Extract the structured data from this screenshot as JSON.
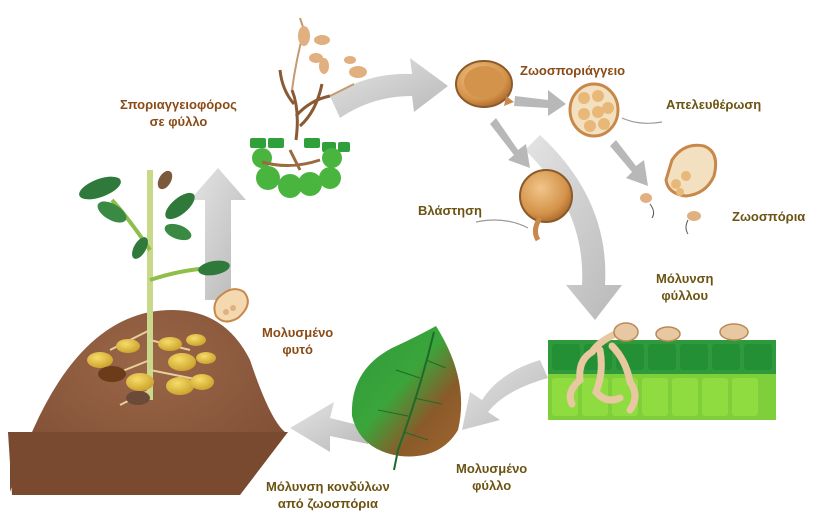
{
  "colors": {
    "label_brown": "#8a4b16",
    "label_olive": "#6b5413",
    "arrow_gray": "#c9c9c9",
    "leaf_green": "#3aa53a",
    "soil_brown": "#8b5a3c",
    "spore_tan": "#c8884a",
    "tuber_yellow": "#d9b43a"
  },
  "labels": {
    "sporangiophore_line1": "Σποριαγγειοφόρος",
    "sporangiophore_line2": "σε φύλλο",
    "zoosporangium": "Ζωοσποριάγγειο",
    "release": "Απελευθέρωση",
    "germination": "Βλάστηση",
    "zoospores": "Ζωοσπόρια",
    "leaf_infection_line1": "Μόλυνση",
    "leaf_infection_line2": "φύλλου",
    "infected_plant_line1": "Μολυσμένο",
    "infected_plant_line2": "φυτό",
    "infected_leaf_line1": "Μολυσμένο",
    "infected_leaf_line2": "φύλλο",
    "tuber_infection_line1": "Μόλυνση κονδύλων",
    "tuber_infection_line2": "από ζωοσπόρια"
  }
}
